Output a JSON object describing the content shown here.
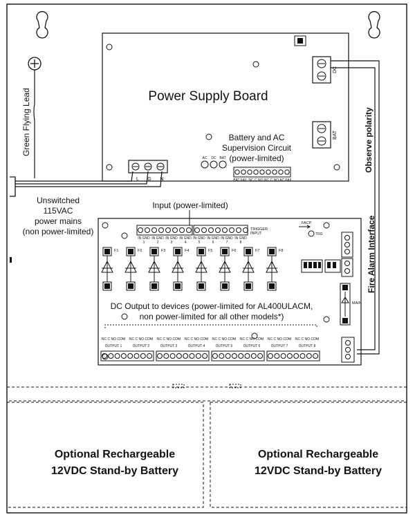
{
  "labels": {
    "power_supply_board": "Power Supply Board",
    "battery_ac_line1": "Battery and AC",
    "battery_ac_line2": "Supervision Circuit",
    "battery_ac_line3": "(power-limited)",
    "green_flying_lead": "Green Flying Lead",
    "unswitched_line1": "Unswitched",
    "unswitched_line2": "115VAC",
    "unswitched_line3": "power mains",
    "unswitched_line4": "(non power-limited)",
    "observe_polarity": "Observe polarity",
    "fire_alarm_interface": "Fire Alarm Interface",
    "input_power_limited": "Input (power-limited)",
    "trigger_input_line1": "TRIGGER",
    "trigger_input_line2": "INPUT",
    "dc_output_line1": "DC Output to devices (power-limited for AL400ULACM,",
    "dc_output_line2": "non power-limited for all other models*)",
    "battery_left_line1": "Optional Rechargeable",
    "battery_left_line2": "12VDC Stand-by Battery",
    "battery_right_line1": "Optional Rechargeable",
    "battery_right_line2": "12VDC Stand-by Battery",
    "main_fuse": "MAIN",
    "facp": "FACP",
    "trg": "TRG",
    "dc_terminal": "DC",
    "bat_terminal": "BAT",
    "lgn_l": "L",
    "lgn_g": "G",
    "lgn_n": "N",
    "led_ac": "AC",
    "led_dc": "DC",
    "led_bat": "BAT",
    "supervision_terminals": "BAT FAIL NC C NO NC C NO AC FAIL"
  },
  "fuses": [
    "F1",
    "F2",
    "F3",
    "F4",
    "F5",
    "F6",
    "F7",
    "F8"
  ],
  "input_terminal_groups": [
    {
      "top": "IN GND",
      "num": "1"
    },
    {
      "top": "IN GND",
      "num": "2"
    },
    {
      "top": "IN GND",
      "num": "3"
    },
    {
      "top": "IN GND",
      "num": "4"
    },
    {
      "top": "IN GND",
      "num": "5"
    },
    {
      "top": "IN GND",
      "num": "6"
    },
    {
      "top": "IN GND",
      "num": "7"
    },
    {
      "top": "IN GND",
      "num": "8"
    }
  ],
  "outputs": [
    "OUTPUT 1",
    "OUTPUT 2",
    "OUTPUT 3",
    "OUTPUT 4",
    "OUTPUT 5",
    "OUTPUT 6",
    "OUTPUT 7",
    "OUTPUT 8"
  ],
  "output_pin_label": "NC C NO COM"
}
